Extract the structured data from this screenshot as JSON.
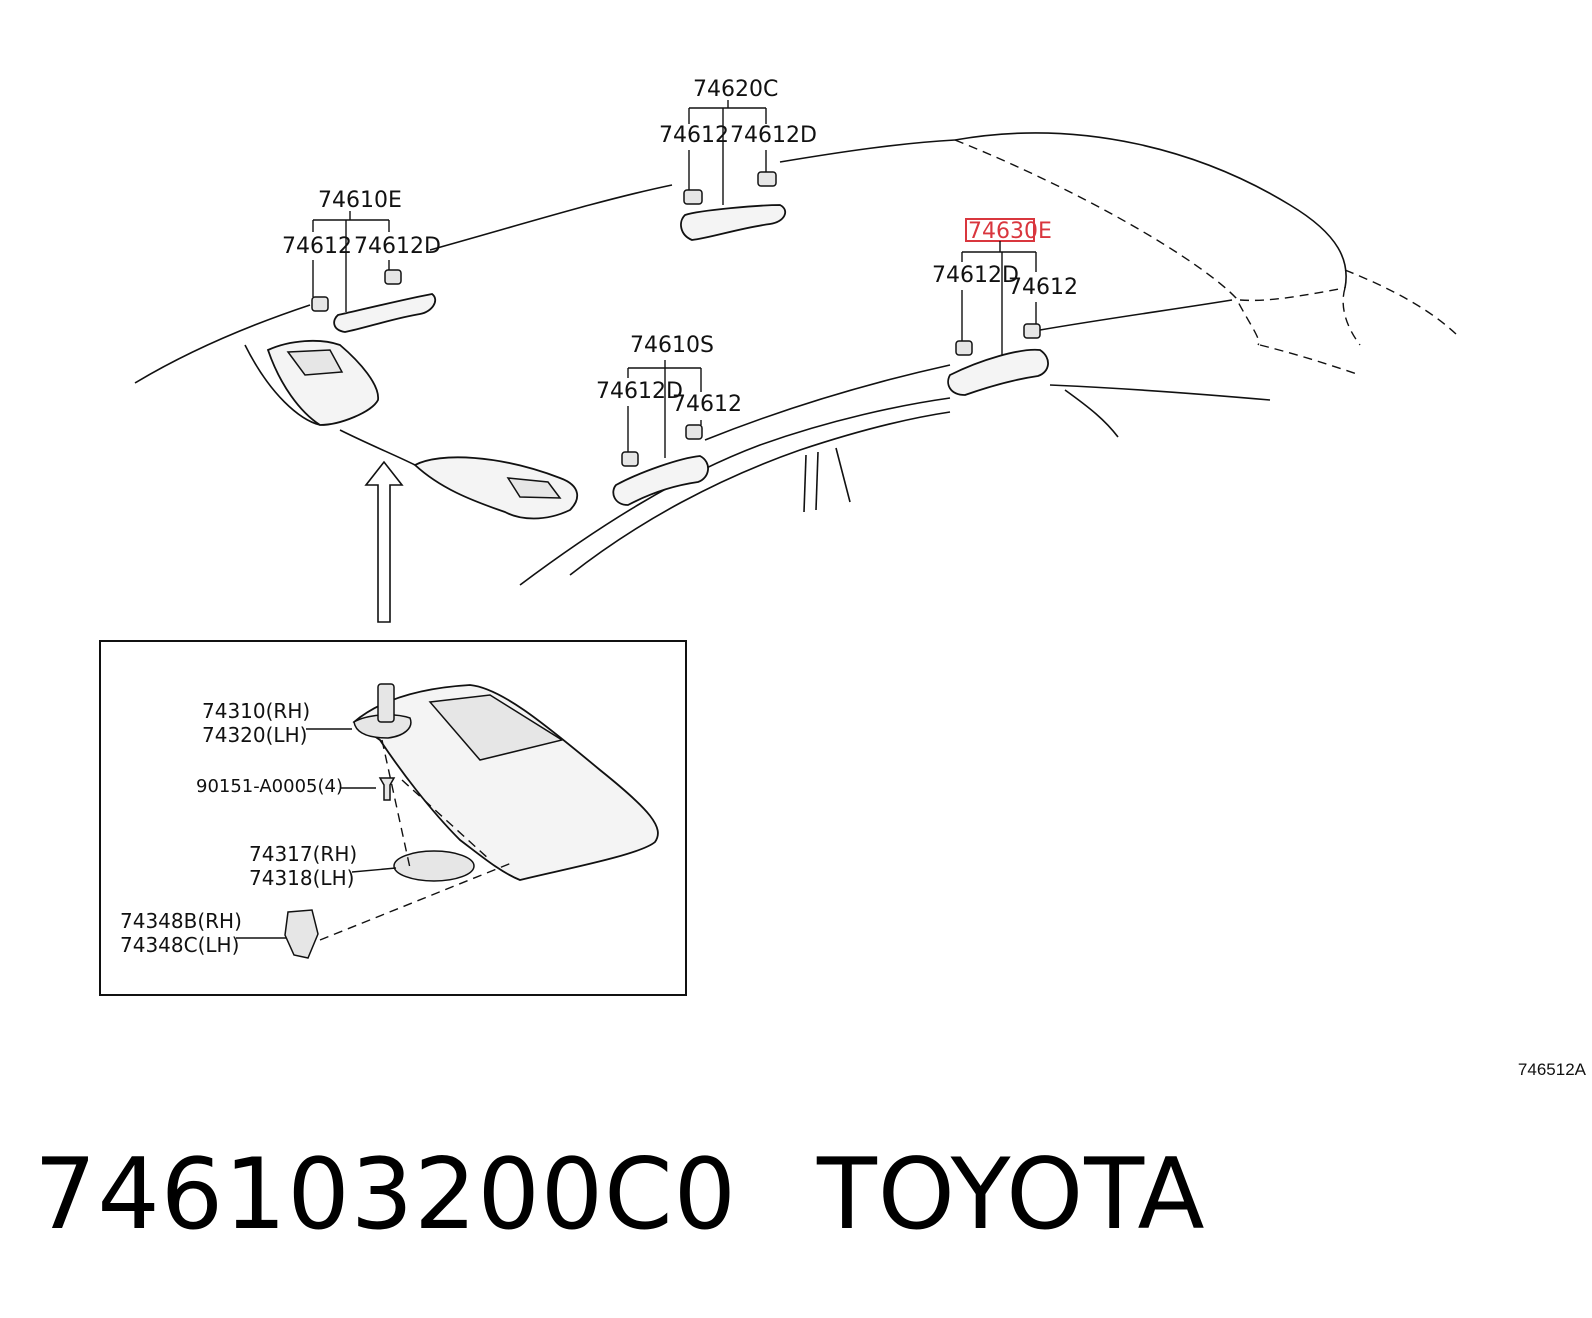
{
  "labels": {
    "top_center_group": "74620C",
    "top_center_left": "74612",
    "top_center_right": "74612D",
    "upper_left_group": "74610E",
    "upper_left_left": "74612",
    "upper_left_right": "74612D",
    "highlighted_group": "74630E",
    "highlighted_left": "74612D",
    "highlighted_right": "74612",
    "mid_group": "74610S",
    "mid_left": "74612D",
    "mid_right": "74612"
  },
  "inset": {
    "visor_rh": "74310(RH)",
    "visor_lh": "74320(LH)",
    "screw": "90151-A0005(4)",
    "mirror_rh": "74317(RH)",
    "mirror_lh": "74318(LH)",
    "holder_rh": "74348B(RH)",
    "holder_lh": "74348C(LH)"
  },
  "highlight_color": "#d9363e",
  "reference_code": "746512A",
  "caption": {
    "part_number": "746103200C0",
    "brand": "TOYOTA"
  }
}
